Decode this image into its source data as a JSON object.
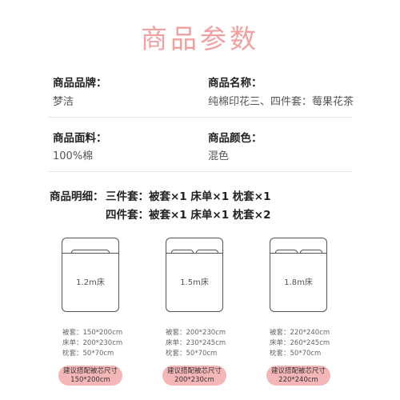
{
  "title": "商品参数",
  "params": {
    "brand_label": "商品品牌：",
    "brand_value": "梦洁",
    "name_label": "商品名称：",
    "name_value": "纯棉印花三、四件套：莓果花茶",
    "fabric_label": "商品面料：",
    "fabric_value": "100%棉",
    "color_label": "商品颜色：",
    "color_value": "混色"
  },
  "details": {
    "label": "商品明细：",
    "line1": "三件套：被套×1 床单×1 枕套×1",
    "line2": "四件套：被套×1 床单×1 枕套×2"
  },
  "beds": [
    {
      "size": "1.2m床",
      "duvet": "被套：150*200cm",
      "sheet": "床单：200*230cm",
      "pillow": "枕套：50*70cm",
      "badge_line1": "建议搭配被芯尺寸",
      "badge_line2": "150*200cm"
    },
    {
      "size": "1.5m床",
      "duvet": "被套：200*230cm",
      "sheet": "床单：230*245cm",
      "pillow": "枕套：50*70cm",
      "badge_line1": "建议搭配被芯尺寸",
      "badge_line2": "200*230cm"
    },
    {
      "size": "1.8m床",
      "duvet": "被套：220*240cm",
      "sheet": "床单：260*245cm",
      "pillow": "枕套：50*70cm",
      "badge_line1": "建议搭配被芯尺寸",
      "badge_line2": "220*240cm"
    }
  ],
  "colors": {
    "title": "#f0a0a0",
    "badge": "#f4b6b6"
  }
}
